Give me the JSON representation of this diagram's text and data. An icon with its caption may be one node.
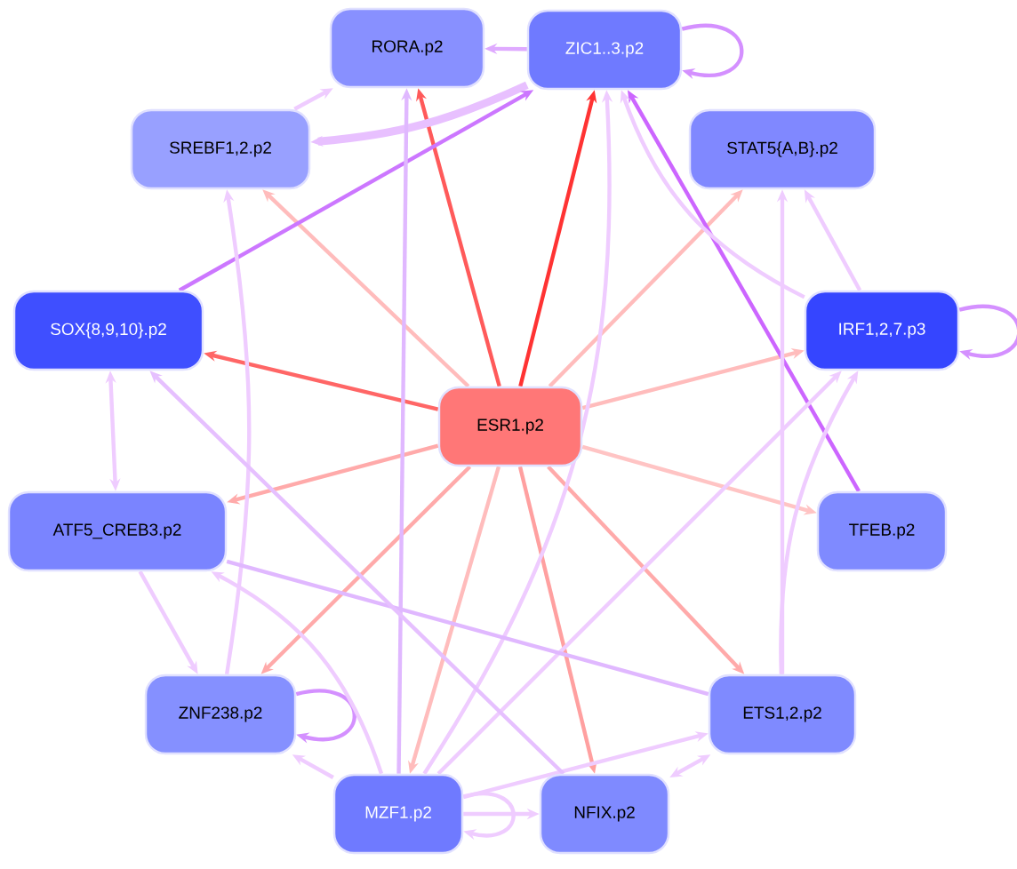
{
  "diagram": {
    "nodes": [
      {
        "text": [
          "ESR1.p2"
        ]
      },
      {
        "text": [
          "RORA.p2"
        ]
      },
      {
        "text": [
          "ZIC1..3.p2"
        ]
      },
      {
        "text": [
          "SREBF1,2.p2"
        ]
      },
      {
        "text": [
          "STAT5{A,B}.p2"
        ]
      },
      {
        "text": [
          "SOX{8,9,10}.p2"
        ]
      },
      {
        "text": [
          "IRF1,2,7.p3"
        ]
      },
      {
        "text": [
          "ATF5_CREB3.p2"
        ]
      },
      {
        "text": [
          "TFEB.p2"
        ]
      },
      {
        "text": [
          "ZNF238.p2"
        ]
      },
      {
        "text": [
          "ETS1,2.p2"
        ]
      },
      {
        "text": [
          "MZF1.p2"
        ]
      },
      {
        "text": [
          "NFIX.p2"
        ]
      }
    ],
    "edges": [
      {
        "from": 0,
        "to": 1,
        "arrow": "to",
        "color": "#ff5a5a"
      },
      {
        "from": 0,
        "to": 2,
        "arrow": "to",
        "color": "#ff3333"
      },
      {
        "from": 0,
        "to": 3,
        "arrow": "to",
        "color": "#ffbcbc"
      },
      {
        "from": 0,
        "to": 4,
        "arrow": "to",
        "color": "#ffbcbc"
      },
      {
        "from": 0,
        "to": 5,
        "arrow": "to",
        "color": "#ff6666"
      },
      {
        "from": 0,
        "to": 6,
        "arrow": "to",
        "color": "#ffbcbc"
      },
      {
        "from": 0,
        "to": 7,
        "arrow": "to",
        "color": "#ffaaaa"
      },
      {
        "from": 0,
        "to": 8,
        "arrow": "to",
        "color": "#ffc4c4"
      },
      {
        "from": 0,
        "to": 9,
        "arrow": "to",
        "color": "#ffaaaa"
      },
      {
        "from": 0,
        "to": 10,
        "arrow": "to",
        "color": "#ffaaaa"
      },
      {
        "from": 0,
        "to": 11,
        "arrow": "to",
        "color": "#ffbcbc"
      },
      {
        "from": 0,
        "to": 12,
        "arrow": "to",
        "color": "#ffa0a0"
      },
      {
        "from": 2,
        "to": 1,
        "arrow": "to",
        "color": "#dfaaff"
      },
      {
        "from": 2,
        "to": 3,
        "arrow": "to",
        "style": "thick",
        "color": "#e8c0ff"
      },
      {
        "from": 3,
        "to": 1,
        "arrow": "to"
      },
      {
        "from": 5,
        "to": 2,
        "arrow": "to",
        "color": "#cc77ff"
      },
      {
        "from": 8,
        "to": 2,
        "arrow": "to",
        "color": "#cc66ff"
      },
      {
        "from": 6,
        "to": 2,
        "arrow": "to"
      },
      {
        "from": 2,
        "to": 2,
        "arrow": "to",
        "color": "#d490ff"
      },
      {
        "from": 6,
        "to": 6,
        "arrow": "to",
        "color": "#d490ff"
      },
      {
        "from": 9,
        "to": 9,
        "arrow": "to",
        "color": "#d490ff"
      },
      {
        "from": 11,
        "to": 11,
        "arrow": "to"
      },
      {
        "from": 6,
        "to": 4,
        "arrow": "to"
      },
      {
        "from": 10,
        "to": 4,
        "arrow": "to"
      },
      {
        "from": 10,
        "to": 6,
        "arrow": "to"
      },
      {
        "from": 11,
        "to": 6,
        "arrow": "to"
      },
      {
        "from": 11,
        "to": 1,
        "arrow": "to",
        "color": "#e0b8ff"
      },
      {
        "from": 11,
        "to": 2,
        "arrow": "to"
      },
      {
        "from": 5,
        "to": 7,
        "arrow": "both"
      },
      {
        "from": 7,
        "to": 9,
        "arrow": "to"
      },
      {
        "from": 9,
        "to": 3,
        "arrow": "to"
      },
      {
        "from": 11,
        "to": 9,
        "arrow": "to"
      },
      {
        "from": 11,
        "to": 7,
        "arrow": "to"
      },
      {
        "from": 11,
        "to": 12,
        "arrow": "to"
      },
      {
        "from": 11,
        "to": 10,
        "arrow": "to"
      },
      {
        "from": 12,
        "to": 10,
        "arrow": "both"
      },
      {
        "from": 7,
        "to": 10,
        "arrow": "none",
        "color": "#e0b8ff"
      },
      {
        "from": 12,
        "to": 5,
        "arrow": "to",
        "color": "#e6c0ff"
      }
    ]
  }
}
